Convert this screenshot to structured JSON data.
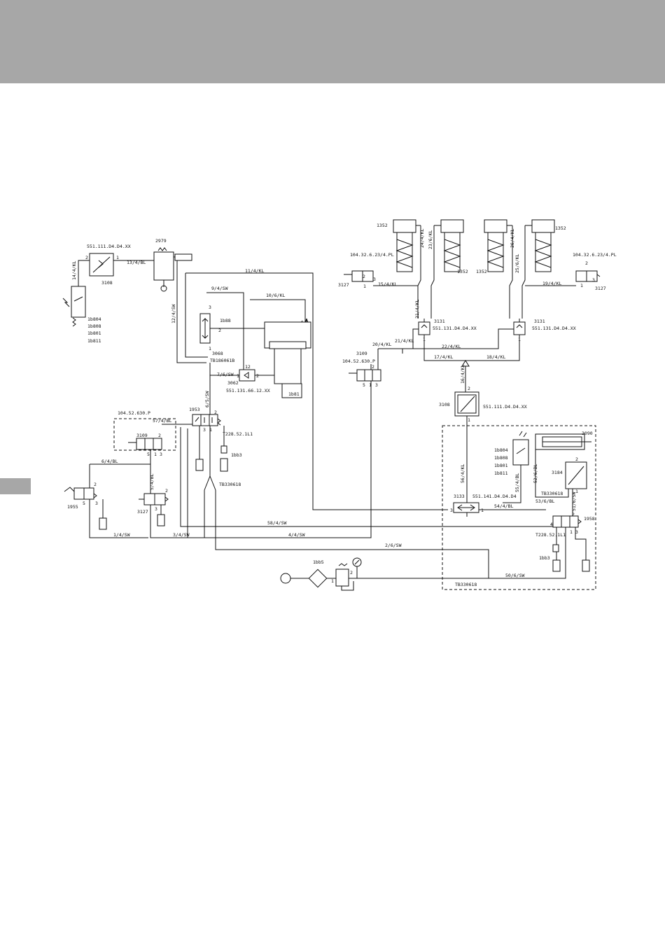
{
  "labels": {
    "l_551_1": "551.111.D4.D4.XX",
    "l_13_4_bl": "13/4/BL",
    "l_2979": "2979",
    "l_14_4_kl": "14/4/KL",
    "l_3108a": "3108",
    "l_1b804a": "1b804",
    "l_1b808a": "1b808",
    "l_1b801a": "1b801",
    "l_1b811a": "1b811",
    "l_11_4_kl": "11/4/KL",
    "l_9_4_sw": "9/4/SW",
    "l_10_6_kl": "10/6/KL",
    "l_12_4_sw": "12/4/SW",
    "l_1b88": "1b88",
    "l_3068": "3068",
    "l_tb186": "TB186061B",
    "l_7_6_sw": "7/6/SW",
    "l_3062": "3062",
    "l_551_131_6": "551.131.66.12.XX",
    "l_1b81": "1b81",
    "l_104_p_a": "104.52.630.P",
    "l_57_4_bl": "57/4/BL",
    "l_1953": "1953",
    "l_6_5_sw": "6/5/SW",
    "l_3109a": "3109",
    "l_t228a": "T228.52.1L1",
    "l_1bb3a": "1bb3",
    "l_6_4_bl": "6/4/BL",
    "l_1955": "1955",
    "l_5_4_bl": "5/4/BL",
    "l_3127a": "3127",
    "l_tb330a": "TB330618",
    "l_1_4_sw": "1/4/SW",
    "l_3_4_sw": "3/4/SW",
    "l_4_4_sw": "4/4/SW",
    "l_58_4_sw": "58/4/SW",
    "l_2_6_sw": "2/6/SW",
    "l_1bb5": "1bb5",
    "l_1352a": "1352",
    "l_1352b": "1352",
    "l_1352c": "1352",
    "l_1352d": "1352",
    "l_24_4_kl": "24/4/KL",
    "l_23_6_kl": "23/6/KL",
    "l_26_4_kl": "26/4/KL",
    "l_25_6_kl": "25/6/KL",
    "l_104_pl_a": "104.32.6.23/4.PL",
    "l_104_pl_b": "104.32.6.23/4.PL",
    "l_3127b": "3127",
    "l_3127c": "3127",
    "l_15_4_kl": "15/4/KL",
    "l_19_4_kl": "19/4/KL",
    "l_21_4_kl": "21/4/KL",
    "l_3131a": "3131",
    "l_551_13a": "551.131.D4.D4.XX",
    "l_3131b": "3131",
    "l_551_13b": "551.131.D4.D4.XX",
    "l_20_4_kl": "20/4/KL",
    "l_22_4_kl": "22/4/KL",
    "l_17_4_kl": "17/4/KL",
    "l_18_4_kl": "18/4/KL",
    "l_3109b": "3109",
    "l_104_p_b": "104.52.630.P",
    "l_16_4_kl": "16/4/KL",
    "l_3108b": "3108",
    "l_551_111b": "551.111.D4.D4.XX",
    "l_3090": "3090",
    "l_1b804b": "1b804",
    "l_1b808b": "1b808",
    "l_1b801b": "1b801",
    "l_1b811b": "1b811",
    "l_56_4_kl": "56/4/KL",
    "l_55_4_bl": "55/4/BL",
    "l_52_6_bl": "52/6/BL",
    "l_3184": "3184",
    "l_tb330b": "TB330618",
    "l_3133": "3133",
    "l_551_141": "551.141.D4.D4.D4",
    "l_54_4_bl": "54/4/BL",
    "l_53_6_bl": "53/6/BL",
    "l_51_6_sw": "51/6/SW",
    "l_1958": "1958",
    "l_t228b": "T228.52.1L1",
    "l_1bb3b": "1bb3",
    "l_50_6_sw": "50/6/SW",
    "l_tb330c": "TB330618"
  },
  "ports": {
    "one": "1",
    "two": "2",
    "three": "3",
    "four": "4",
    "five": "5",
    "twelve": "12"
  }
}
